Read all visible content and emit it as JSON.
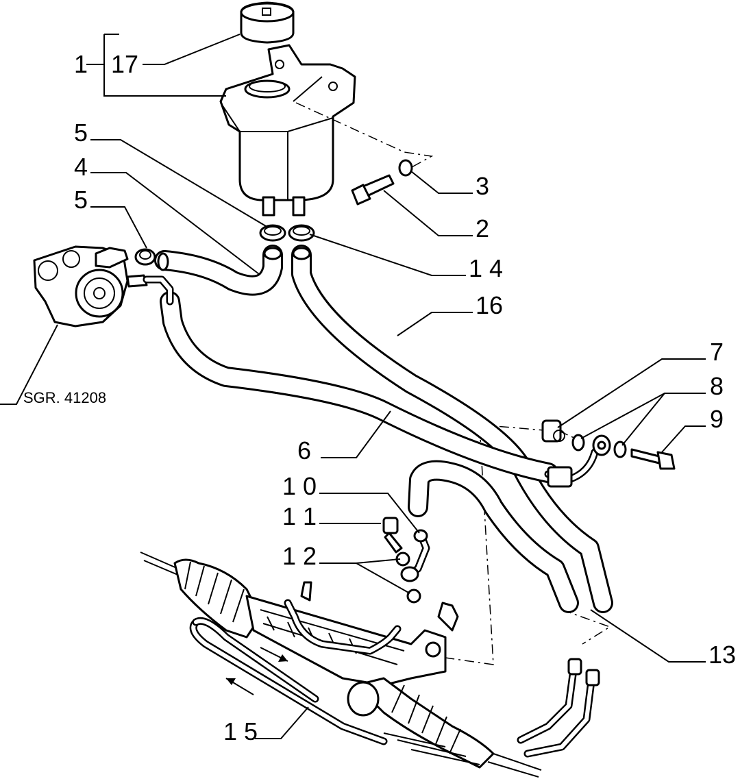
{
  "diagram": {
    "callouts": [
      {
        "id": "1",
        "text": "1"
      },
      {
        "id": "17",
        "text": "17"
      },
      {
        "id": "5a",
        "text": "5"
      },
      {
        "id": "4",
        "text": "4"
      },
      {
        "id": "5b",
        "text": "5"
      },
      {
        "id": "3",
        "text": "3"
      },
      {
        "id": "2",
        "text": "2"
      },
      {
        "id": "14",
        "text": "1 4"
      },
      {
        "id": "16",
        "text": "16"
      },
      {
        "id": "7",
        "text": "7"
      },
      {
        "id": "8",
        "text": "8"
      },
      {
        "id": "9",
        "text": "9"
      },
      {
        "id": "6",
        "text": "6"
      },
      {
        "id": "10",
        "text": "1 0"
      },
      {
        "id": "11",
        "text": "1 1"
      },
      {
        "id": "12",
        "text": "1 2"
      },
      {
        "id": "13",
        "text": "13"
      },
      {
        "id": "15",
        "text": "1 5"
      }
    ],
    "reference_note": "SGR. 41208"
  }
}
